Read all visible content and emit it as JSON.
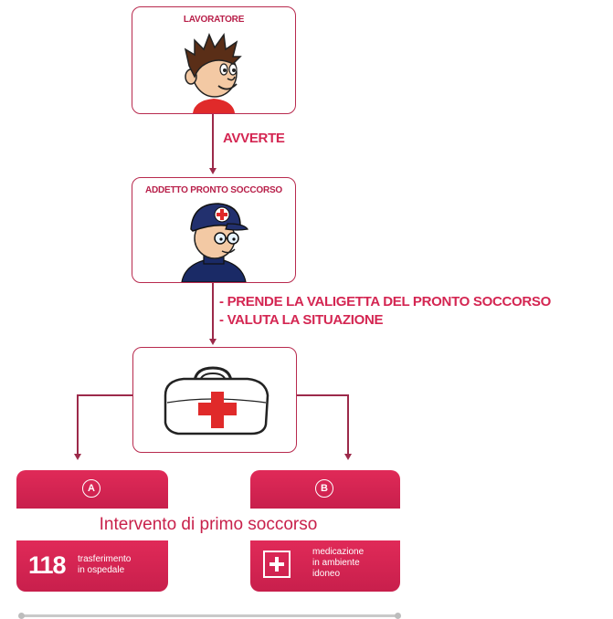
{
  "diagram": {
    "worker": {
      "label": "LAVORATORE",
      "icon": "worker-icon"
    },
    "step1_text": "AVVERTE",
    "first_aider": {
      "label": "ADDETTO PRONTO SOCCORSO",
      "icon": "first-aider-icon"
    },
    "step2_lines": [
      "- PRENDE LA VALIGETTA DEL PRONTO SOCCORSO",
      "- VALUTA LA SITUAZIONE"
    ],
    "kit": {
      "icon": "first-aid-kit-icon"
    },
    "intervention_title": "Intervento di primo soccorso",
    "option_a": {
      "letter": "A",
      "number": "118",
      "text_lines": [
        "trasferimento",
        "in ospedale"
      ]
    },
    "option_b": {
      "letter": "B",
      "icon": "medical-cross-icon",
      "text_lines": [
        "medicazione",
        "in ambiente",
        "idoneo"
      ]
    }
  },
  "colors": {
    "accent": "#d42652",
    "border": "#b82a4e",
    "panel": "#d6244f"
  }
}
